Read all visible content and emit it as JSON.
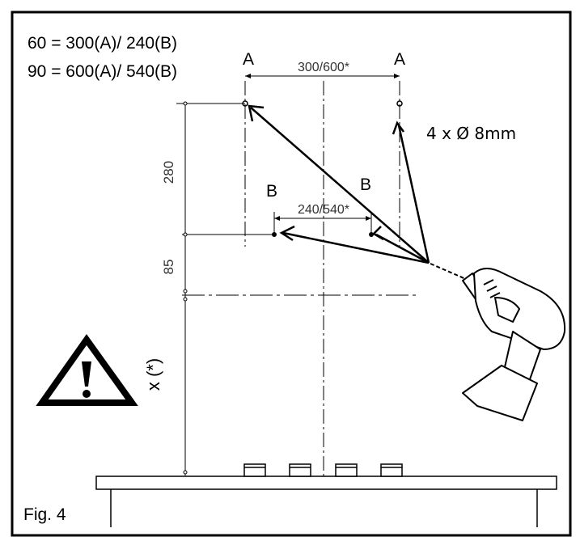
{
  "legend": {
    "line_60": "60 = 300(A)/ 240(B)",
    "line_90": "90 = 600(A)/ 540(B)"
  },
  "holes": {
    "label_a": "A",
    "label_b": "B",
    "spacing_a": "300/600*",
    "spacing_b": "240/540*",
    "hole_spec": "4 x Ø 8mm"
  },
  "dimensions": {
    "vertical_280": "280",
    "vertical_85": "85",
    "height_x": "x  (*)"
  },
  "caption": "Fig. 4",
  "icons": [
    "warning-icon",
    "drill-icon"
  ]
}
